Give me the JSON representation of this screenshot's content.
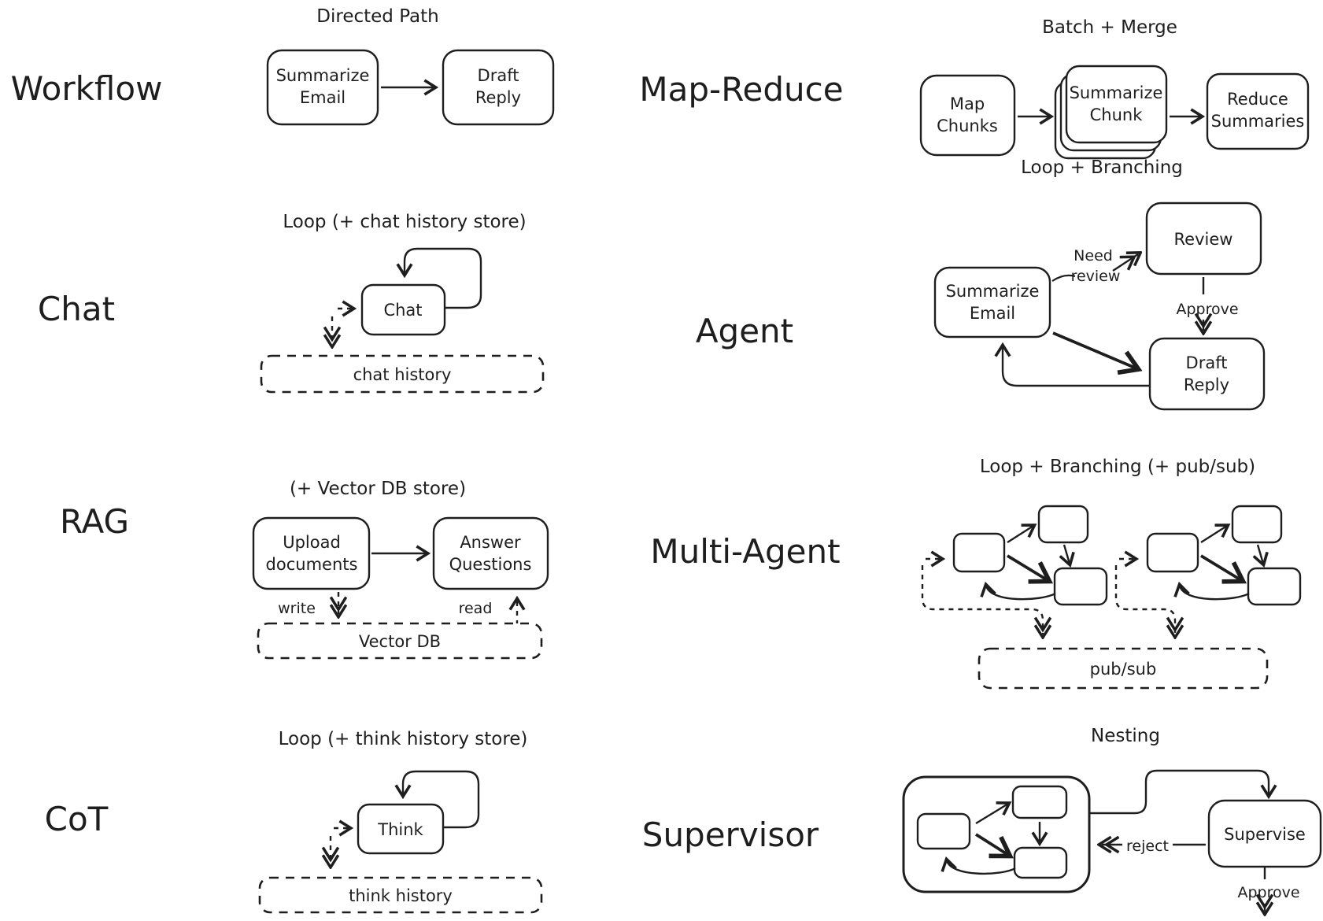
{
  "canvas": {
    "background": "#ffffff",
    "ink": "#1e1e1e"
  },
  "workflow": {
    "label": "Workflow",
    "title": "Directed Path",
    "node1_line1": "Summarize",
    "node1_line2": "Email",
    "node2_line1": "Draft",
    "node2_line2": "Reply"
  },
  "map_reduce": {
    "label": "Map-Reduce",
    "title": "Batch + Merge",
    "node1_line1": "Map",
    "node1_line2": "Chunks",
    "node2_line1": "Summarize",
    "node2_line2": "Chunk",
    "node3_line1": "Reduce",
    "node3_line2": "Summaries"
  },
  "chat": {
    "label": "Chat",
    "title": "Loop (+ chat history store)",
    "node": "Chat",
    "store": "chat history"
  },
  "agent": {
    "label": "Agent",
    "title": "Loop + Branching",
    "review": "Review",
    "summarize_line1": "Summarize",
    "summarize_line2": "Email",
    "draft_line1": "Draft",
    "draft_line2": "Reply",
    "need_line1": "Need",
    "need_line2": "review",
    "approve": "Approve"
  },
  "rag": {
    "label": "RAG",
    "title": "(+ Vector DB store)",
    "node1_line1": "Upload",
    "node1_line2": "documents",
    "node2_line1": "Answer",
    "node2_line2": "Questions",
    "write": "write",
    "read": "read",
    "store": "Vector DB"
  },
  "multi_agent": {
    "label": "Multi-Agent",
    "title": "Loop + Branching (+ pub/sub)",
    "store": "pub/sub"
  },
  "cot": {
    "label": "CoT",
    "title": "Loop (+ think history store)",
    "node": "Think",
    "store": "think history"
  },
  "supervisor": {
    "label": "Supervisor",
    "title": "Nesting",
    "supervise": "Supervise",
    "reject": "reject",
    "approve": "Approve"
  }
}
